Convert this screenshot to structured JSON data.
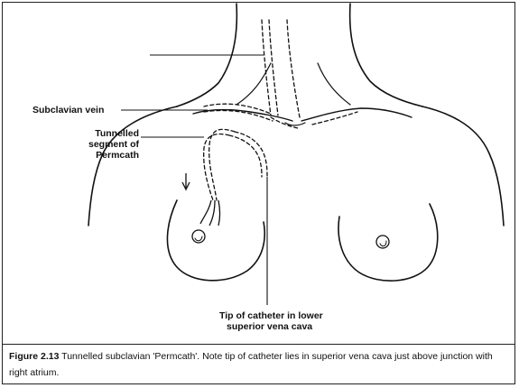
{
  "labels": {
    "subclavian_vein": "Subclavian vein",
    "tunnelled_line1": "Tunnelled",
    "tunnelled_line2": "segment of",
    "tunnelled_line3": "Permcath",
    "tip_line1": "Tip of catheter in lower",
    "tip_line2": "superior vena cava"
  },
  "caption": {
    "figure_number": "Figure 2.13",
    "text": " Tunnelled subclavian 'Permcath'. Note tip of catheter lies in superior vena cava just above junction with right atrium."
  }
}
